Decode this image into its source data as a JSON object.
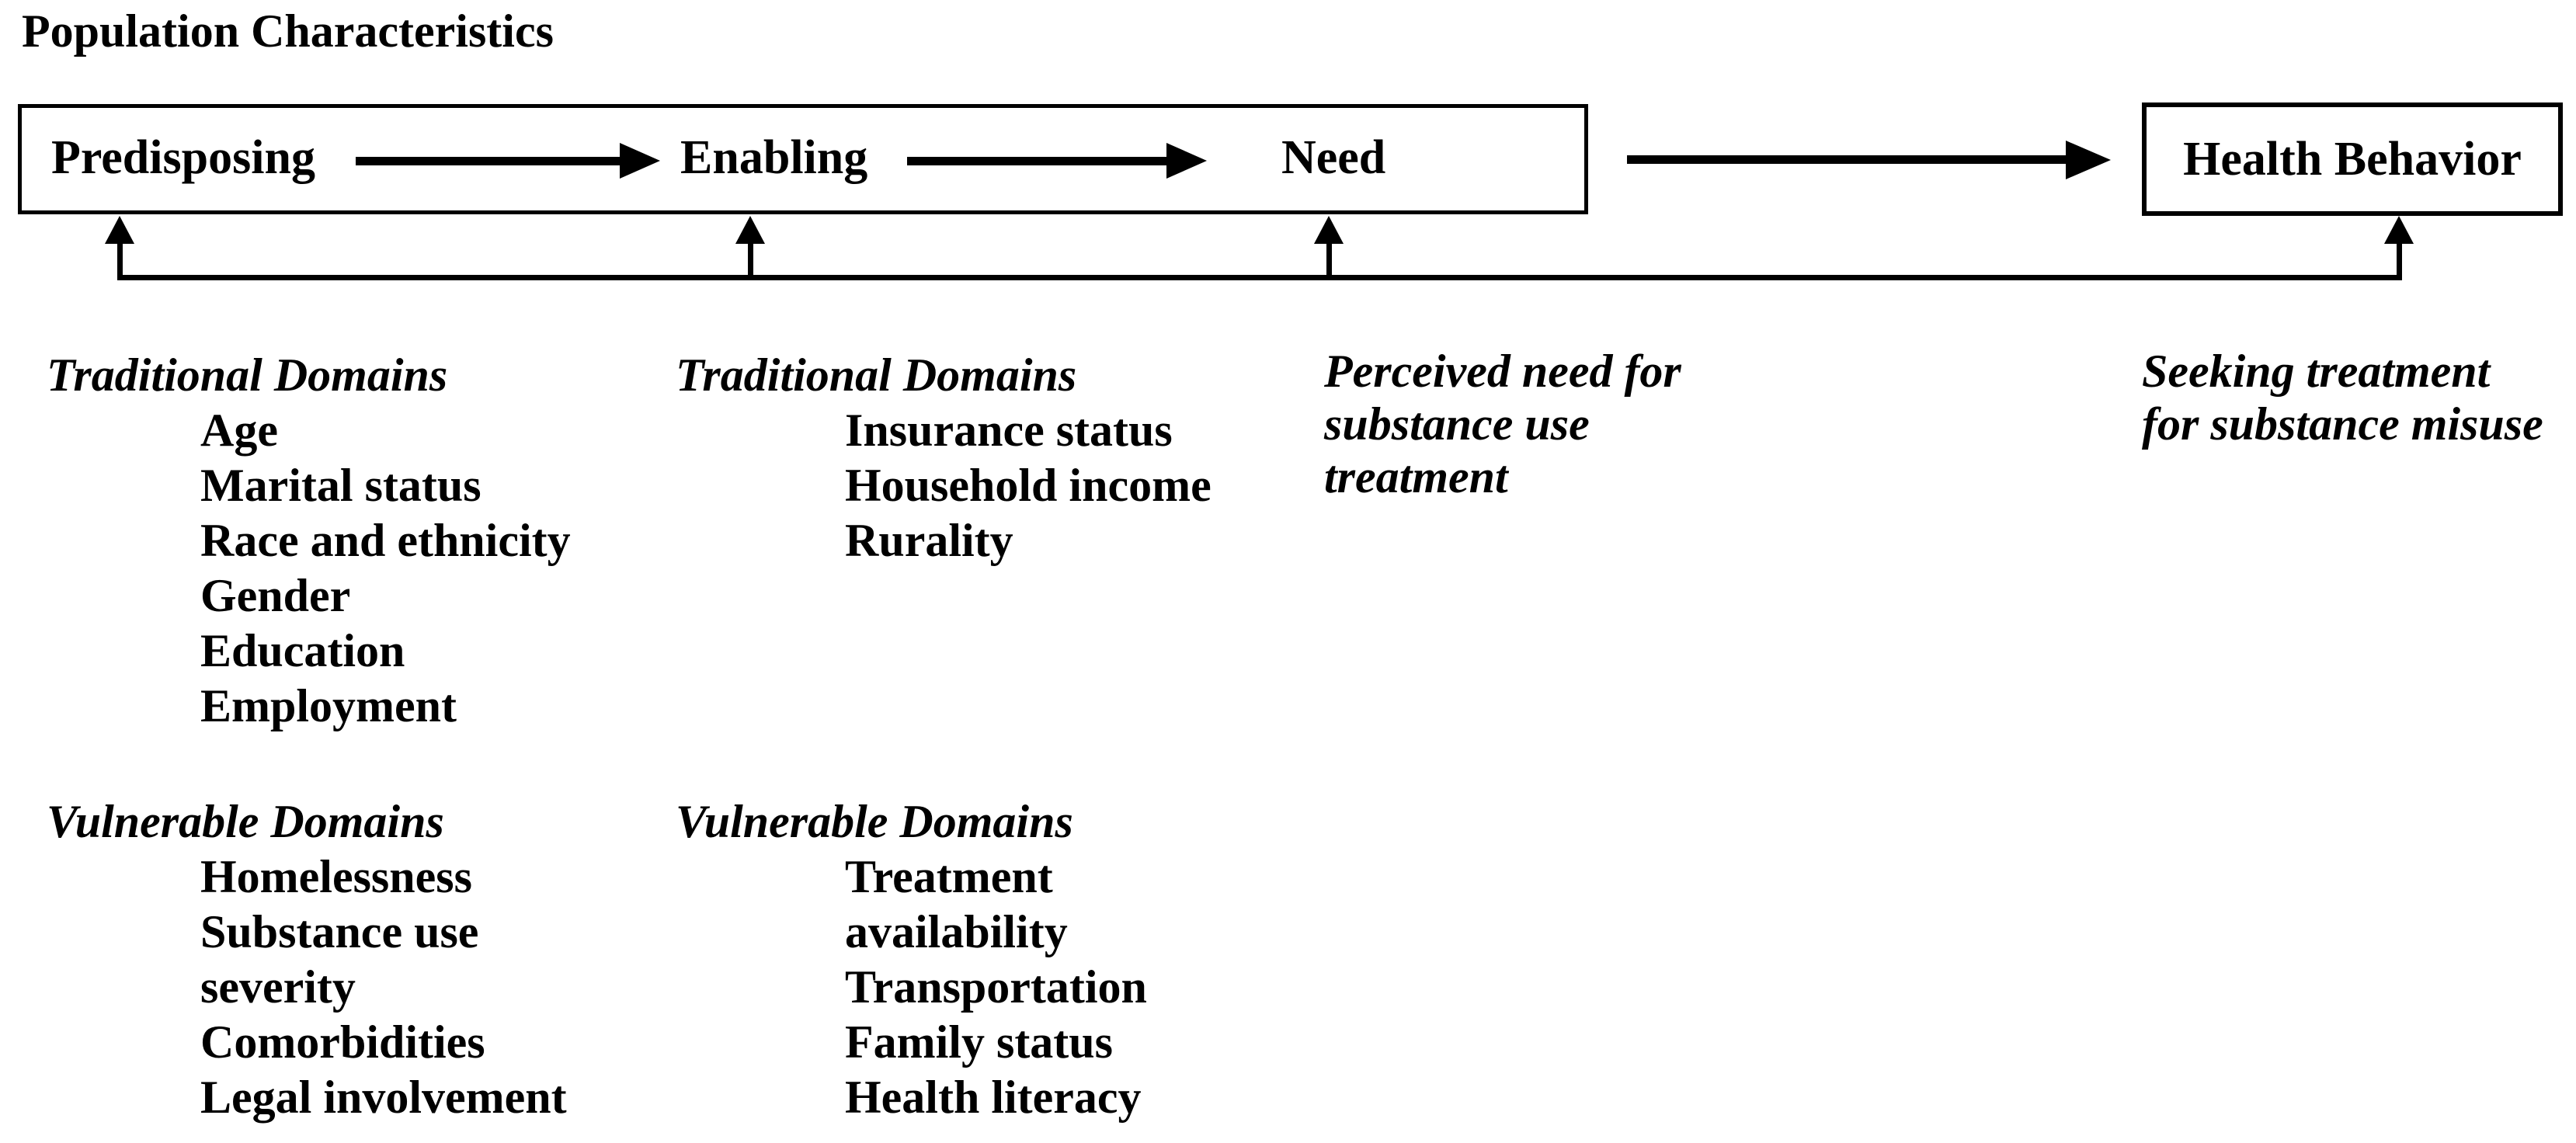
{
  "title": "Population Characteristics",
  "colors": {
    "ink": "#000000",
    "background": "#ffffff"
  },
  "flow": {
    "population_box_labels": [
      "Predisposing",
      "Enabling",
      "Need"
    ],
    "outcome_box_label": "Health Behavior"
  },
  "columns": [
    {
      "id": "predisposing",
      "sections": [
        {
          "heading": "Traditional Domains",
          "items": [
            "Age",
            "Marital status",
            "Race and ethnicity",
            "Gender",
            "Education",
            "Employment"
          ]
        },
        {
          "heading": "Vulnerable Domains",
          "items": [
            "Homelessness",
            "Substance use\nseverity",
            "Comorbidities",
            "Legal involvement"
          ]
        }
      ]
    },
    {
      "id": "enabling",
      "sections": [
        {
          "heading": "Traditional Domains",
          "items": [
            "Insurance status",
            "Household income",
            "Rurality"
          ]
        },
        {
          "heading": "Vulnerable Domains",
          "items": [
            "Treatment\navailability",
            "Transportation",
            "Family status",
            "Health literacy"
          ]
        }
      ]
    },
    {
      "id": "need",
      "note": "Perceived need for\nsubstance use\ntreatment"
    },
    {
      "id": "health-behavior",
      "note": "Seeking treatment\nfor substance misuse"
    }
  ]
}
